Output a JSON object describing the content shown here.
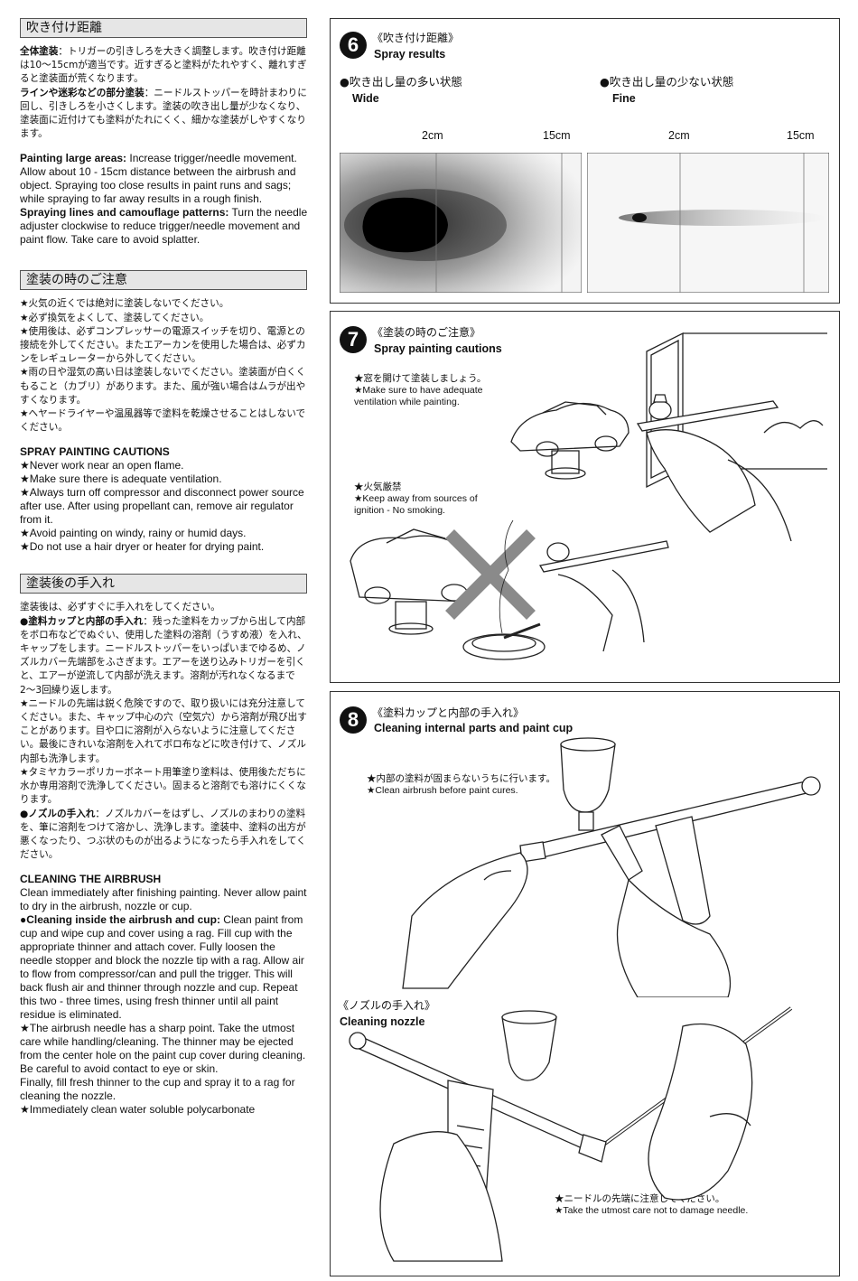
{
  "left": {
    "sec1": {
      "title": "吹き付け距離",
      "jp1_label": "全体塗装",
      "jp1_text": "：トリガーの引きしろを大きく調整します。吹き付け距離は10〜15cmが適当です。近すぎると塗料がたれやすく、離れすぎると塗装面が荒くなります。",
      "jp2_label": "ラインや迷彩などの部分塗装",
      "jp2_text": "：ニードルストッパーを時計まわりに回し、引きしろを小さくします。塗装の吹き出し量が少なくなり、塗装面に近付けても塗料がたれにくく、細かな塗装がしやすくなります。",
      "en1_label": "Painting large areas:",
      "en1_text": " Increase trigger/needle movement. Allow about 10 - 15cm distance between the airbrush and object. Spraying too close results in paint runs and sags; while spraying to far away results in a rough finish.",
      "en2_label": "Spraying lines and camouflage patterns:",
      "en2_text": " Turn the needle adjuster clockwise to reduce trigger/needle movement and paint flow. Take care to avoid splatter."
    },
    "sec2": {
      "title": "塗装の時のご注意",
      "jp": [
        "★火気の近くでは絶対に塗装しないでください。",
        "★必ず換気をよくして、塗装してください。",
        "★使用後は、必ずコンプレッサーの電源スイッチを切り、電源との接続を外してください。またエアーカンを使用した場合は、必ずカンをレギュレーターから外してください。",
        "★雨の日や湿気の高い日は塗装しないでください。塗装面が白くくもること（カブリ）があります。また、風が強い場合はムラが出やすくなります。",
        "★ヘヤードライヤーや温風器等で塗料を乾燥させることはしないでください。"
      ],
      "en_title": "SPRAY PAINTING CAUTIONS",
      "en": [
        "★Never work near an open flame.",
        "★Make sure there is adequate ventilation.",
        "★Always turn off compressor and disconnect power source after use. After using propellant can, remove air regulator from it.",
        "★Avoid painting on windy, rainy or humid days.",
        "★Do not use a hair dryer or heater for drying paint."
      ]
    },
    "sec3": {
      "title": "塗装後の手入れ",
      "jp_intro": "塗装後は、必ずすぐに手入れをしてください。",
      "jp1_label": "●塗料カップと内部の手入れ",
      "jp1_text": "：残った塗料をカップから出して内部をボロ布などでぬぐい、使用した塗料の溶剤（うすめ液）を入れ、キャップをします。ニードルストッパーをいっぱいまでゆるめ、ノズルカバー先端部をふさぎます。エアーを送り込みトリガーを引くと、エアーが逆流して内部が洗えます。溶剤が汚れなくなるまで2〜3回繰り返します。",
      "jp2": "★ニードルの先端は鋭く危険ですので、取り扱いには充分注意してください。また、キャップ中心の穴（空気穴）から溶剤が飛び出すことがあります。目や口に溶剤が入らないように注意してください。最後にきれいな溶剤を入れてボロ布などに吹き付けて、ノズル内部も洗浄します。",
      "jp3": "★タミヤカラーポリカーボネート用筆塗り塗料は、使用後ただちに水か専用溶剤で洗浄してください。固まると溶剤でも溶けにくくなります。",
      "jp4_label": "●ノズルの手入れ",
      "jp4_text": "：ノズルカバーをはずし、ノズルのまわりの塗料を、筆に溶剤をつけて溶かし、洗浄します。塗装中、塗料の出方が悪くなったり、つぶ状のものが出るようになったら手入れをしてください。",
      "en_title": "CLEANING THE AIRBRUSH",
      "en_intro": "Clean immediately after finishing painting. Never allow paint to dry in the airbrush, nozzle or cup.",
      "en1_label": "●Cleaning inside the airbrush and cup:",
      "en1_text": " Clean paint from cup and wipe cup and cover using a rag. Fill cup with the appropriate thinner and attach cover. Fully loosen the needle stopper and block the nozzle tip with a rag. Allow air to flow from compressor/can and pull the trigger. This will back flush air and thinner through nozzle and cup. Repeat this two - three times, using fresh thinner until all paint residue is eliminated.",
      "en2": "★The airbrush needle has a sharp point. Take the utmost care while handling/cleaning. The thinner may be ejected from the center hole on the paint cup cover during cleaning. Be careful to avoid contact to eye or skin.",
      "en3": "Finally, fill fresh thinner to the cup and spray it to a rag for cleaning the nozzle.",
      "en4": "★Immediately clean water soluble polycarbonate"
    }
  },
  "step6": {
    "number": "6",
    "jp": "《吹き付け距離》",
    "en": "Spray results",
    "wide_jp": "●吹き出し量の多い状態",
    "wide_en": "Wide",
    "fine_jp": "●吹き出し量の少ない状態",
    "fine_en": "Fine",
    "scale_2": "2cm",
    "scale_15": "15cm"
  },
  "step7": {
    "number": "7",
    "jp": "《塗装の時のご注意》",
    "en": "Spray painting cautions",
    "note1_jp": "★窓を開けて塗装しましょう。",
    "note1_en": "★Make sure to have adequate ventilation while painting.",
    "note2_jp": "★火気厳禁",
    "note2_en": "★Keep away from sources of ignition - No smoking."
  },
  "step8": {
    "number": "8",
    "jp": "《塗料カップと内部の手入れ》",
    "en": "Cleaning internal parts and paint cup",
    "note1_jp": "★内部の塗料が固まらないうちに行います。",
    "note1_en": "★Clean airbrush before paint cures.",
    "nozzle_jp": "《ノズルの手入れ》",
    "nozzle_en": "Cleaning nozzle",
    "note2_jp": "★ニードルの先端に注意してください。",
    "note2_en": "★Take the utmost care not to damage needle."
  }
}
